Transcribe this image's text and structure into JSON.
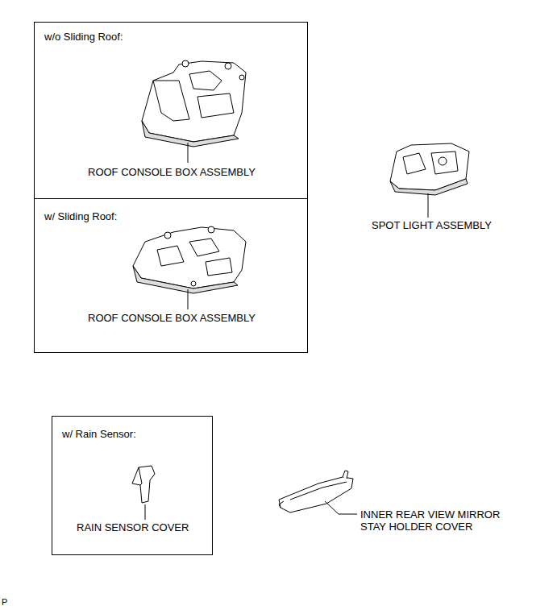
{
  "diagram": {
    "nodes": [
      {
        "text": [
          "w/o Sliding Roof:",
          "ROOF CONSOLE BOX ASSEMBLY"
        ]
      },
      {
        "text": [
          "w/ Sliding Roof:",
          "ROOF CONSOLE BOX ASSEMBLY"
        ]
      },
      {
        "text": [
          "w/ Rain Sensor:",
          "RAIN SENSOR COVER"
        ]
      }
    ],
    "labels": [
      "SPOT LIGHT ASSEMBLY",
      "INNER REAR VIEW MIRROR STAY HOLDER COVER",
      "P"
    ]
  }
}
